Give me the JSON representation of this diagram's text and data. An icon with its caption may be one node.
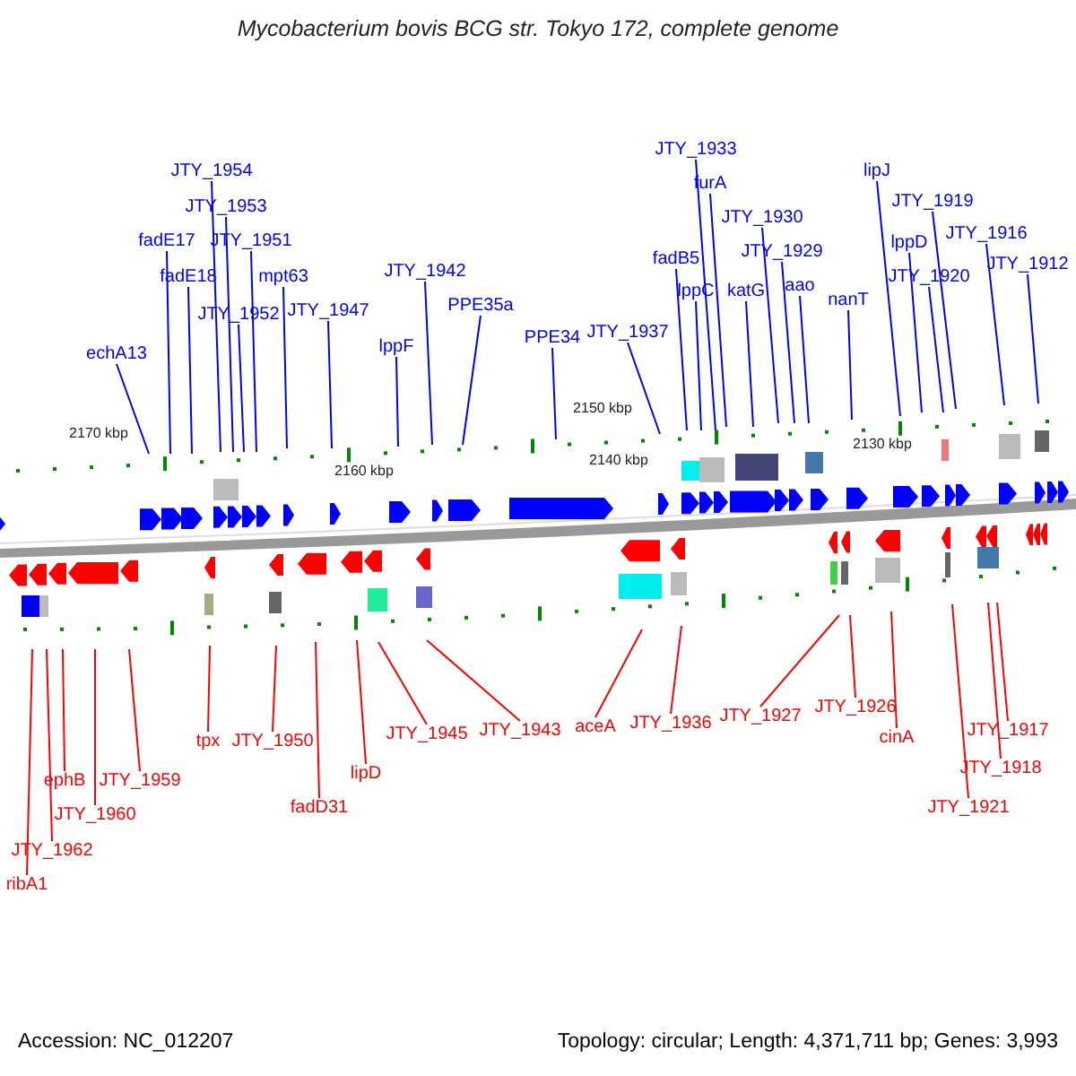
{
  "diagram": {
    "title": "Mycobacterium bovis BCG str. Tokyo 172, complete genome",
    "nodes": [
      {
        "text": [
          "echA13"
        ]
      },
      {
        "text": [
          "fadE17"
        ]
      },
      {
        "text": [
          "fadE18"
        ]
      },
      {
        "text": [
          "JTY_1954"
        ]
      },
      {
        "text": [
          "JTY_1953"
        ]
      },
      {
        "text": [
          "JTY_1951"
        ]
      },
      {
        "text": [
          "JTY_1952"
        ]
      },
      {
        "text": [
          "mpt63"
        ]
      },
      {
        "text": [
          "JTY_1947"
        ]
      },
      {
        "text": [
          "lppF"
        ]
      },
      {
        "text": [
          "JTY_1942"
        ]
      },
      {
        "text": [
          "PPE35a"
        ]
      },
      {
        "text": [
          "PPE34"
        ]
      },
      {
        "text": [
          "JTY_1937"
        ]
      },
      {
        "text": [
          "JTY_1933"
        ]
      },
      {
        "text": [
          "furA"
        ]
      },
      {
        "text": [
          "JTY_1930"
        ]
      },
      {
        "text": [
          "JTY_1929"
        ]
      },
      {
        "text": [
          "fadB5"
        ]
      },
      {
        "text": [
          "lppC"
        ]
      },
      {
        "text": [
          "katG"
        ]
      },
      {
        "text": [
          "aao"
        ]
      },
      {
        "text": [
          "nanT"
        ]
      },
      {
        "text": [
          "lipJ"
        ]
      },
      {
        "text": [
          "JTY_1919"
        ]
      },
      {
        "text": [
          "lppD"
        ]
      },
      {
        "text": [
          "JTY_1920"
        ]
      },
      {
        "text": [
          "JTY_1916"
        ]
      },
      {
        "text": [
          "JTY_1912"
        ]
      },
      {
        "text": [
          "ribA1"
        ]
      },
      {
        "text": [
          "JTY_1962"
        ]
      },
      {
        "text": [
          "ephB"
        ]
      },
      {
        "text": [
          "JTY_1960"
        ]
      },
      {
        "text": [
          "JTY_1959"
        ]
      },
      {
        "text": [
          "tpx"
        ]
      },
      {
        "text": [
          "JTY_1950"
        ]
      },
      {
        "text": [
          "fadD31"
        ]
      },
      {
        "text": [
          "lipD"
        ]
      },
      {
        "text": [
          "JTY_1945"
        ]
      },
      {
        "text": [
          "JTY_1943"
        ]
      },
      {
        "text": [
          "aceA"
        ]
      },
      {
        "text": [
          "JTY_1936"
        ]
      },
      {
        "text": [
          "JTY_1927"
        ]
      },
      {
        "text": [
          "JTY_1926"
        ]
      },
      {
        "text": [
          "cinA"
        ]
      },
      {
        "text": [
          "JTY_1921"
        ]
      },
      {
        "text": [
          "JTY_1918"
        ]
      },
      {
        "text": [
          "JTY_1917"
        ]
      }
    ],
    "edges": [
      {
        "from": 0,
        "to": null,
        "arrow": "none"
      },
      {
        "from": 1,
        "to": null,
        "arrow": "none"
      },
      {
        "from": 2,
        "to": null,
        "arrow": "none"
      },
      {
        "from": 3,
        "to": null,
        "arrow": "none"
      },
      {
        "from": 4,
        "to": null,
        "arrow": "none"
      },
      {
        "from": 5,
        "to": null,
        "arrow": "none"
      },
      {
        "from": 6,
        "to": null,
        "arrow": "none"
      },
      {
        "from": 7,
        "to": null,
        "arrow": "none"
      },
      {
        "from": 8,
        "to": null,
        "arrow": "none"
      },
      {
        "from": 9,
        "to": null,
        "arrow": "none"
      },
      {
        "from": 10,
        "to": null,
        "arrow": "none"
      },
      {
        "from": 11,
        "to": null,
        "arrow": "none"
      },
      {
        "from": 12,
        "to": null,
        "arrow": "none"
      },
      {
        "from": 13,
        "to": null,
        "arrow": "none"
      },
      {
        "from": 14,
        "to": null,
        "arrow": "none"
      },
      {
        "from": 15,
        "to": null,
        "arrow": "none"
      },
      {
        "from": 16,
        "to": null,
        "arrow": "none"
      },
      {
        "from": 17,
        "to": null,
        "arrow": "none"
      },
      {
        "from": 18,
        "to": null,
        "arrow": "none"
      },
      {
        "from": 19,
        "to": null,
        "arrow": "none"
      },
      {
        "from": 20,
        "to": null,
        "arrow": "none"
      },
      {
        "from": 21,
        "to": null,
        "arrow": "none"
      },
      {
        "from": 22,
        "to": null,
        "arrow": "none"
      },
      {
        "from": 23,
        "to": null,
        "arrow": "none"
      },
      {
        "from": 24,
        "to": null,
        "arrow": "none"
      },
      {
        "from": 25,
        "to": null,
        "arrow": "none"
      },
      {
        "from": 26,
        "to": null,
        "arrow": "none"
      },
      {
        "from": 27,
        "to": null,
        "arrow": "none"
      },
      {
        "from": 28,
        "to": null,
        "arrow": "none"
      },
      {
        "from": 29,
        "to": null,
        "arrow": "none",
        "color": "#ff0000"
      },
      {
        "from": 30,
        "to": null,
        "arrow": "none",
        "color": "#ff0000"
      },
      {
        "from": 31,
        "to": null,
        "arrow": "none",
        "color": "#ff0000"
      },
      {
        "from": 32,
        "to": null,
        "arrow": "none",
        "color": "#ff0000"
      },
      {
        "from": 33,
        "to": null,
        "arrow": "none",
        "color": "#ff0000"
      },
      {
        "from": 34,
        "to": null,
        "arrow": "none",
        "color": "#ff0000"
      },
      {
        "from": 35,
        "to": null,
        "arrow": "none",
        "color": "#ff0000"
      },
      {
        "from": 36,
        "to": null,
        "arrow": "none",
        "color": "#ff0000"
      },
      {
        "from": 37,
        "to": null,
        "arrow": "none",
        "color": "#ff0000"
      },
      {
        "from": 38,
        "to": null,
        "arrow": "none",
        "color": "#ff0000"
      },
      {
        "from": 39,
        "to": null,
        "arrow": "none",
        "color": "#ff0000"
      },
      {
        "from": 40,
        "to": null,
        "arrow": "none",
        "color": "#ff0000"
      },
      {
        "from": 41,
        "to": null,
        "arrow": "none",
        "color": "#ff0000"
      },
      {
        "from": 42,
        "to": null,
        "arrow": "none",
        "color": "#ff0000"
      },
      {
        "from": 43,
        "to": null,
        "arrow": "none",
        "color": "#ff0000"
      },
      {
        "from": 44,
        "to": null,
        "arrow": "none",
        "color": "#ff0000"
      },
      {
        "from": 45,
        "to": null,
        "arrow": "none",
        "color": "#ff0000"
      },
      {
        "from": 46,
        "to": null,
        "arrow": "none",
        "color": "#ff0000"
      },
      {
        "from": 47,
        "to": null,
        "arrow": "none",
        "color": "#ff0000"
      }
    ],
    "labels": [
      "2170 kbp",
      "2160 kbp",
      "2150 kbp",
      "2140 kbp",
      "2130 kbp",
      "Accession: NC_012207",
      "Topology: circular; Length: 4,371,711 bp; Genes: 3,993"
    ]
  }
}
